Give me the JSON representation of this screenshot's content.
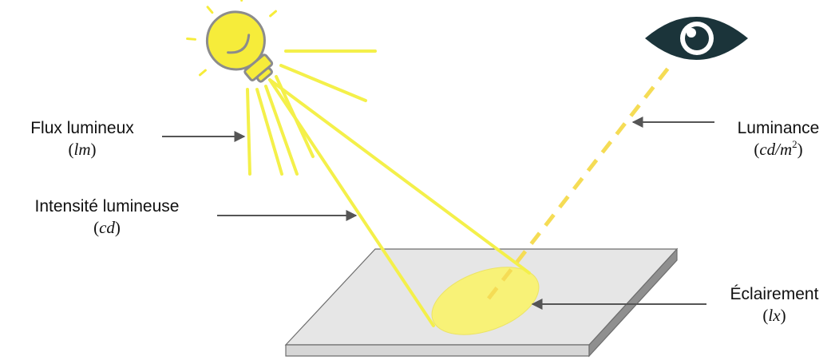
{
  "labels": {
    "flux": {
      "name": "Flux lumineux",
      "unit_open": "(",
      "unit": "lm",
      "unit_close": ")"
    },
    "intensity": {
      "name": "Intensité lumineuse",
      "unit_open": "(",
      "unit": "cd",
      "unit_close": ")"
    },
    "luminance": {
      "name": "Luminance",
      "unit_open": "(",
      "unit": "cd/m",
      "unit_sup": "2",
      "unit_close": ")"
    },
    "illuminance": {
      "name": "Éclairement",
      "unit_open": "(",
      "unit": "lx",
      "unit_close": ")"
    }
  },
  "colors": {
    "light_yellow": "#F4F04A",
    "bulb_fill": "#F6EC3A",
    "bulb_outline": "#8C8C8C",
    "dashed_ray": "#F5DC55",
    "eye": "#1B343A",
    "arrow": "#555555",
    "plate_top": "#E5E5E5",
    "plate_front": "#D6D6D6",
    "plate_side": "#8F8F8F",
    "spot": "#FAF46E"
  },
  "icons": {
    "source": "light-bulb-icon",
    "observer": "eye-icon"
  }
}
